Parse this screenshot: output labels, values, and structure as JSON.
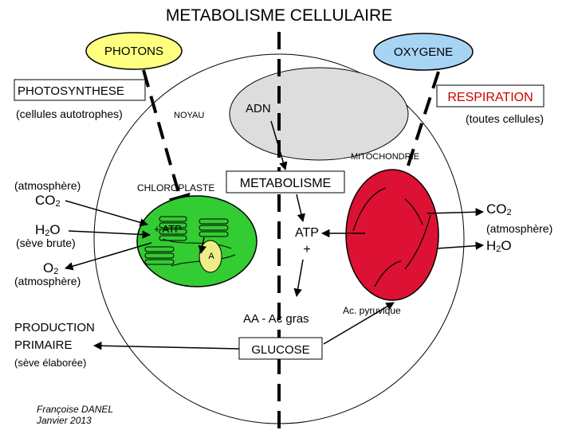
{
  "title": "METABOLISME CELLULAIRE",
  "photons": "PHOTONS",
  "oxygene": "OXYGENE",
  "photosynthese": "PHOTOSYNTHESE",
  "cellules_autotrophes": "(cellules autotrophes)",
  "respiration": "RESPIRATION",
  "toutes_cellules": "(toutes cellules)",
  "noyau": "NOYAU",
  "adn": "ADN",
  "mitochondrie": "MITOCHONDRIE",
  "chloroplaste": "CHLOROPLASTE",
  "metabolisme": "METABOLISME",
  "left_inputs": {
    "atmosphere_1": "(atmosphère)",
    "co2": "CO",
    "h2o": "H",
    "sub2": "2",
    "o_letter": "O",
    "seve_brute": "(sève brute)",
    "o2": "O",
    "atmosphere_2": "(atmosphère)"
  },
  "plus_atp": "+ ATP",
  "a_label": "A",
  "atp": "ATP",
  "plus": "+",
  "right_outputs": {
    "co2": "CO",
    "atmosphere": "(atmosphère)",
    "h2o": "H",
    "sub2": "2",
    "o_letter": "O"
  },
  "aa_ac_gras": "AA - Ac gras",
  "ac_pyruvique": "Ac. pyruvique",
  "glucose": "GLUCOSE",
  "production": "PRODUCTION",
  "primaire": "PRIMAIRE",
  "seve_elaboree": "(sève élaborée)",
  "author": "Françoise DANEL",
  "date": "Janvier 2013",
  "colors": {
    "photons_fill": "#ffff80",
    "oxygene_fill": "#a8d4f4",
    "noyau_fill": "#dddddd",
    "chloroplaste_fill": "#33cc33",
    "mitochondrie_fill": "#dd1133",
    "respiration_text": "#cc0000",
    "a_fill": "#eeee88"
  }
}
